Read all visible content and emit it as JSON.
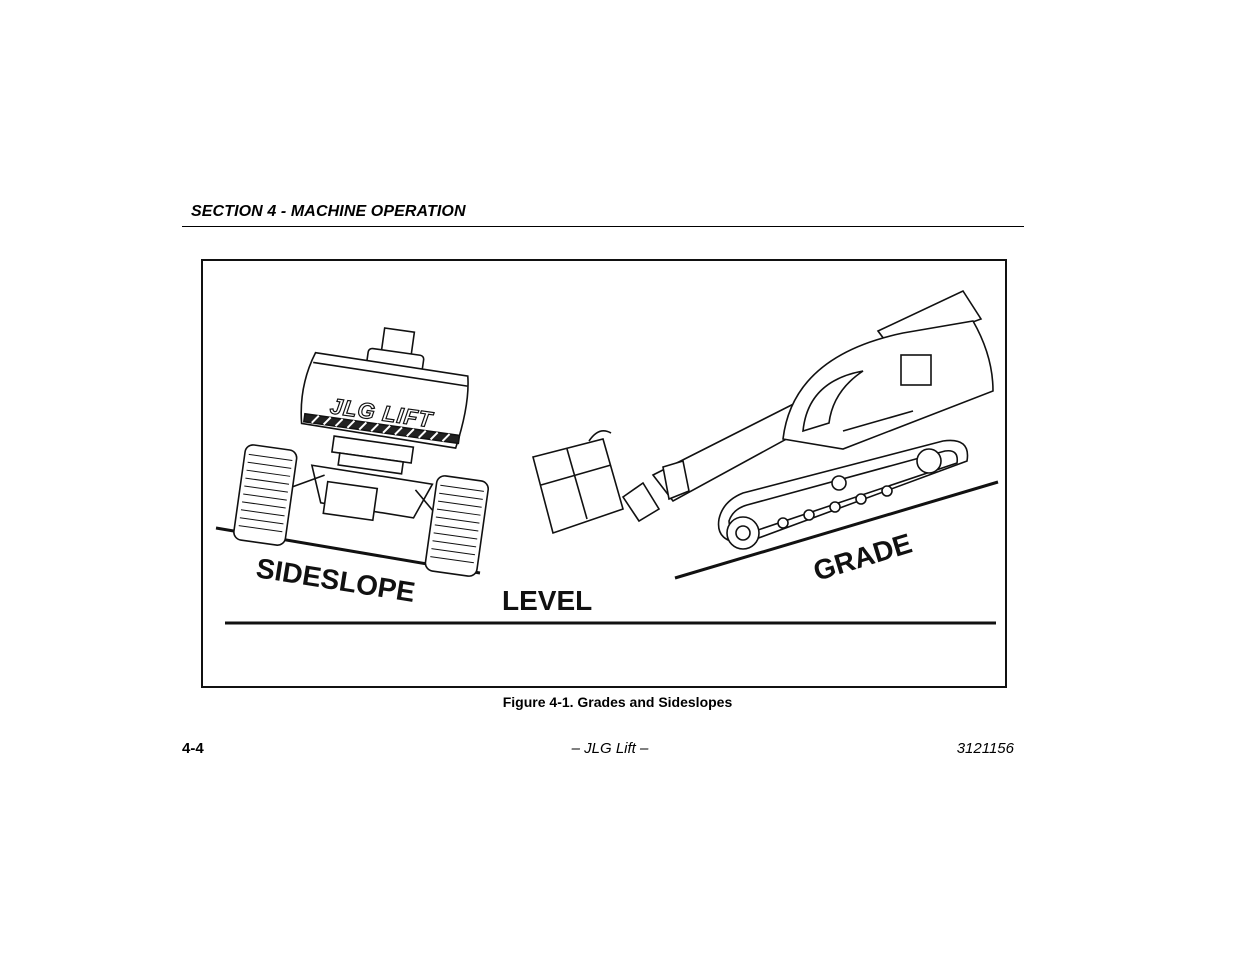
{
  "header": {
    "section_title": "SECTION 4 - MACHINE OPERATION"
  },
  "figure": {
    "labels": {
      "sideslope": "SIDESLOPE",
      "level": "LEVEL",
      "grade": "GRADE"
    },
    "machine_logo": "JLG LIFT",
    "caption": "Figure 4-1. Grades and Sideslopes"
  },
  "footer": {
    "page_number": "4-4",
    "center": "– JLG Lift –",
    "doc_number": "3121156"
  }
}
